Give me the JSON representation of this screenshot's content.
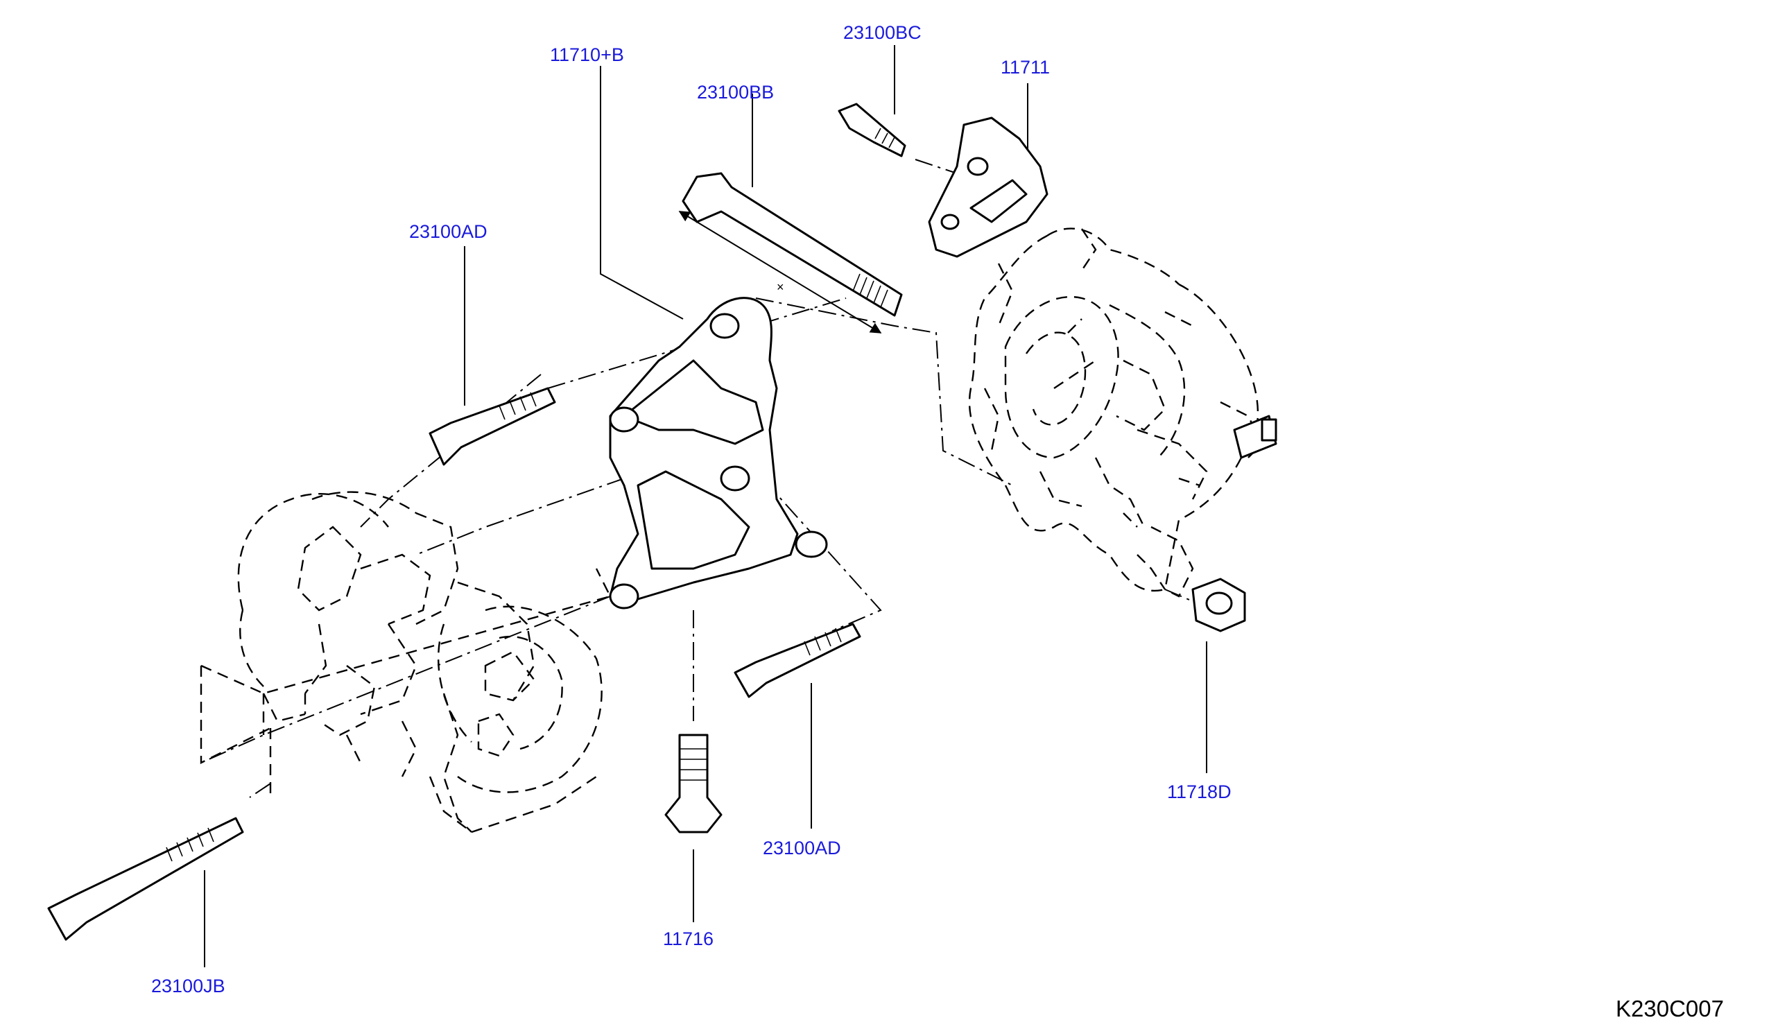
{
  "diagram_code": "K230C007",
  "colors": {
    "callout_text": "#1a1adc",
    "linework": "#000000",
    "background": "#ffffff"
  },
  "callouts": [
    {
      "id": "11710-b",
      "label": "11710+B"
    },
    {
      "id": "23100bc",
      "label": "23100BC"
    },
    {
      "id": "11711",
      "label": "11711"
    },
    {
      "id": "23100bb",
      "label": "23100BB"
    },
    {
      "id": "23100ad-1",
      "label": "23100AD"
    },
    {
      "id": "11718d",
      "label": "11718D"
    },
    {
      "id": "23100ad-2",
      "label": "23100AD"
    },
    {
      "id": "11716",
      "label": "11716"
    },
    {
      "id": "23100jb",
      "label": "23100JB"
    }
  ]
}
